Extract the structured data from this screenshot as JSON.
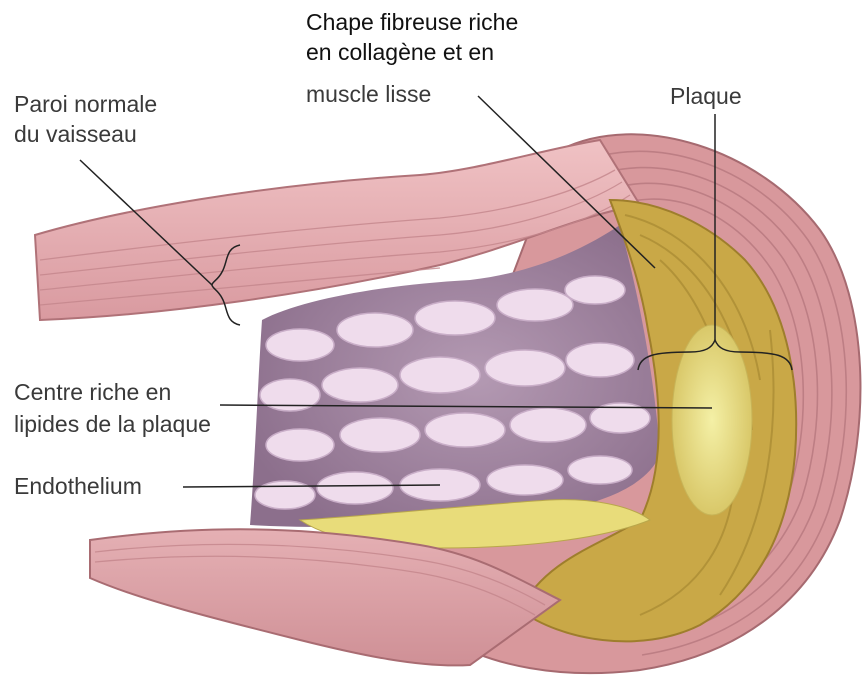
{
  "labels": {
    "chape_line1": "Chape fibreuse riche",
    "chape_line2": "en collagène et en",
    "chape_line3": "muscle lisse",
    "plaque": "Plaque",
    "paroi_line1": "Paroi normale",
    "paroi_line2": "du vaisseau",
    "centre_line1": "Centre riche en",
    "centre_line2": "lipides de la plaque",
    "endothelium": "Endothelium"
  },
  "colors": {
    "vessel_wall": "#dfa2a5",
    "vessel_wall_dark": "#c98a8e",
    "wall_layers": "#b3767c",
    "lumen_cells": "#eddcea",
    "lumen_gap": "#a58aa4",
    "plaque": "#c9a847",
    "plaque_core": "#ece68f",
    "leader_line": "#222222"
  }
}
